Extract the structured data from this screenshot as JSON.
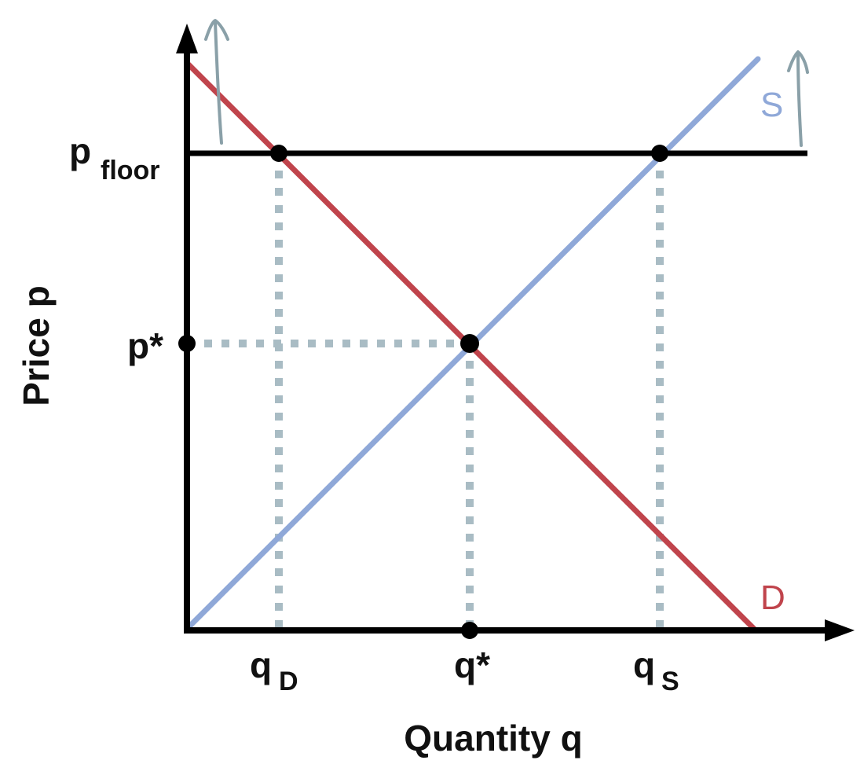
{
  "axes": {
    "y_label": "Price p",
    "x_label": "Quantity q"
  },
  "curves": {
    "supply_label": "S",
    "demand_label": "D"
  },
  "price_labels": {
    "p_floor_main": "p",
    "p_floor_sub": "floor",
    "p_star": "p*"
  },
  "quantity_labels": {
    "q_d_main": "q",
    "q_d_sub": "D",
    "q_star": "q*",
    "q_s_main": "q",
    "q_s_sub": "S"
  },
  "colors": {
    "supply": "#8fa8d8",
    "demand": "#c0444c",
    "axis": "#000000",
    "guide": "#a9bcc4",
    "arrow_hint": "#8aa0a8"
  }
}
